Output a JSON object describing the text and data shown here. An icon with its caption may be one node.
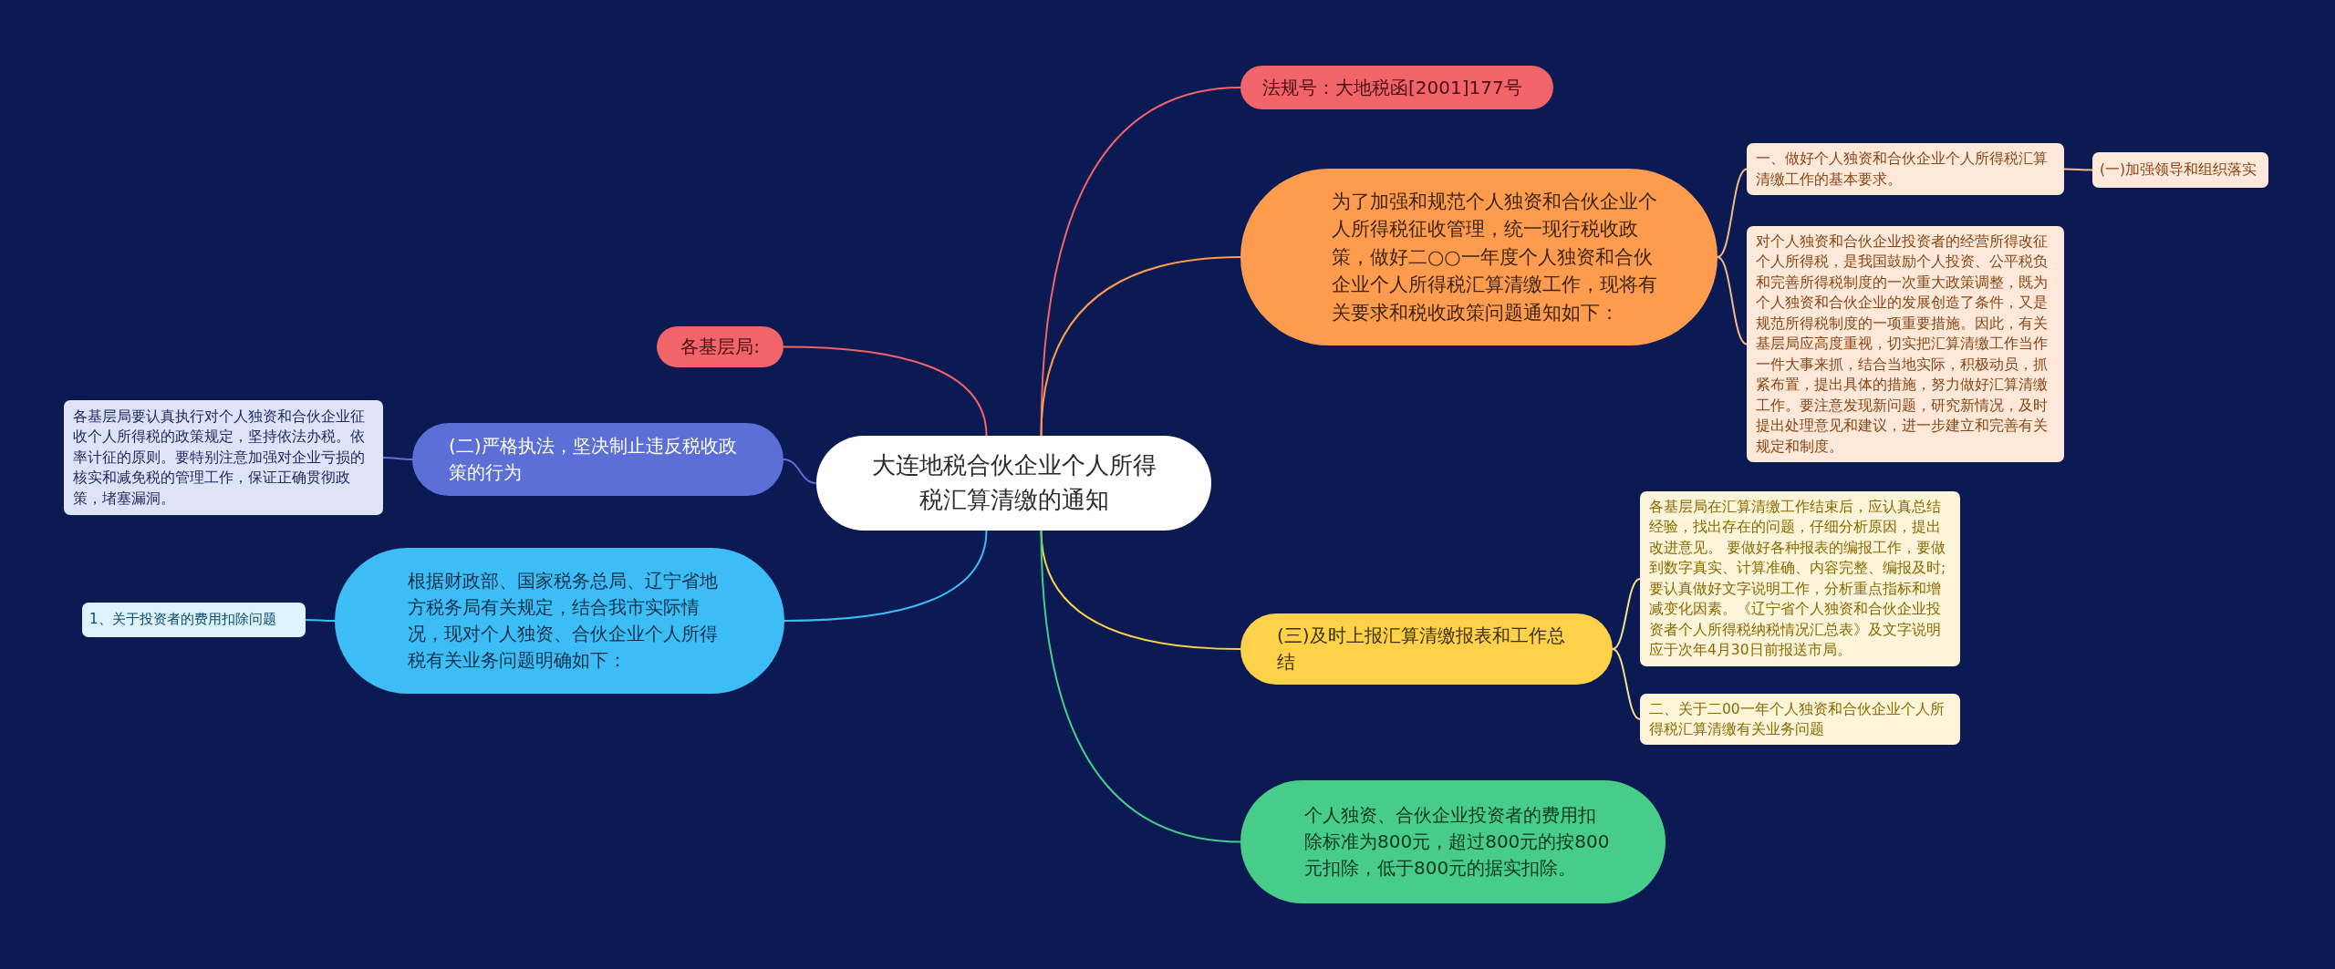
{
  "diagram": {
    "nodes": [
      {
        "text": [
          "大连地税合伙企业个人所得税汇算清缴的通知"
        ]
      },
      {
        "text": [
          "法规号：大地税函[2001]177号"
        ]
      },
      {
        "text": [
          "为了加强和规范个人独资和合伙企业个人所得税征收管理，统一现行税收政策，做好二○○一年度个人独资和合伙企业个人所得税汇算清缴工作，现将有关要求和税收政策问题通知如下："
        ]
      },
      {
        "text": [
          "一、做好个人独资和合伙企业个人所得税汇算清缴工作的基本要求。"
        ]
      },
      {
        "text": [
          "(一)加强领导和组织落实"
        ]
      },
      {
        "text": [
          "对个人独资和合伙企业投资者的经营所得改征个人所得税，是我国鼓励个人投资、公平税负和完善所得税制度的一次重大政策调整，既为个人独资和合伙企业的发展创造了条件，又是规范所得税制度的一项重要措施。因此，有关基层局应高度重视，切实把汇算清缴工作当作一件大事来抓，结合当地实际，积极动员，抓紧布置，提出具体的措施，努力做好汇算清缴工作。要注意发现新问题，研究新情况，及时提出处理意见和建议，进一步建立和完善有关规定和制度。"
        ]
      },
      {
        "text": [
          "(三)及时上报汇算清缴报表和工作总结"
        ]
      },
      {
        "text": [
          "各基层局在汇算清缴工作结束后，应认真总结经验，找出存在的问题，仔细分析原因，提出改进意见。 要做好各种报表的编报工作，要做到数字真实、计算准确、内容完整、编报及时;要认真做好文字说明工作，分析重点指标和增减变化因素。《辽宁省个人独资和合伙企业投资者个人所得税纳税情况汇总表》及文字说明应于次年4月30日前报送市局。"
        ]
      },
      {
        "text": [
          "二、关于二00一年个人独资和合伙企业个人所得税汇算清缴有关业务问题"
        ]
      },
      {
        "text": [
          "个人独资、合伙企业投资者的费用扣除标准为800元，超过800元的按800元扣除，低于800元的据实扣除。"
        ]
      },
      {
        "text": [
          "各基层局:"
        ]
      },
      {
        "text": [
          "(二)严格执法，坚决制止违反税收政策的行为"
        ]
      },
      {
        "text": [
          "各基层局要认真执行对个人独资和合伙企业征收个人所得税的政策规定，坚持依法办税。依率计征的原则。要特别注意加强对企业亏损的核实和减免税的管理工作，保证正确贯彻政策，堵塞漏洞。"
        ]
      },
      {
        "text": [
          "根据财政部、国家税务总局、辽宁省地方税务局有关规定，结合我市实际情况，现对个人独资、合伙企业个人所得税有关业务问题明确如下："
        ]
      },
      {
        "text": [
          "1、关于投资者的费用扣除问题"
        ]
      }
    ],
    "edges": [
      {
        "from": 0,
        "to": 1,
        "arrow": "none",
        "color": "#f0646a"
      },
      {
        "from": 0,
        "to": 2,
        "arrow": "none",
        "color": "#fd9c4e"
      },
      {
        "from": 2,
        "to": 3,
        "arrow": "none",
        "color": "#f4b98a"
      },
      {
        "from": 3,
        "to": 4,
        "arrow": "none",
        "color": "#f4b98a"
      },
      {
        "from": 2,
        "to": 5,
        "arrow": "none",
        "color": "#f4b98a"
      },
      {
        "from": 0,
        "to": 6,
        "arrow": "none",
        "color": "#fdd14a"
      },
      {
        "from": 6,
        "to": 7,
        "arrow": "none",
        "color": "#f5e08a"
      },
      {
        "from": 6,
        "to": 8,
        "arrow": "none",
        "color": "#f5e08a"
      },
      {
        "from": 0,
        "to": 9,
        "arrow": "none",
        "color": "#48cc8a"
      },
      {
        "from": 0,
        "to": 10,
        "arrow": "none",
        "color": "#f0646a"
      },
      {
        "from": 0,
        "to": 11,
        "arrow": "none",
        "color": "#5b6fd6"
      },
      {
        "from": 11,
        "to": 12,
        "arrow": "none",
        "color": "#5b6fd6"
      },
      {
        "from": 0,
        "to": 13,
        "arrow": "none",
        "color": "#3dbdf5"
      },
      {
        "from": 13,
        "to": 14,
        "arrow": "none",
        "color": "#3dbdf5"
      }
    ]
  }
}
